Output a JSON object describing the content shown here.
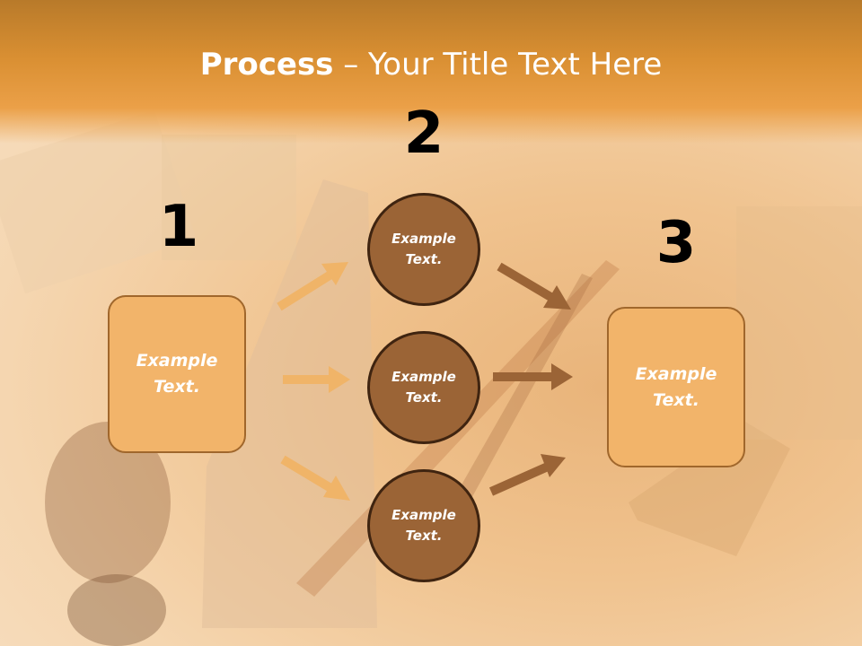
{
  "title": {
    "bold": "Process",
    "rest": " – Your Title Text Here"
  },
  "steps": {
    "one": "1",
    "two": "2",
    "three": "3"
  },
  "left_box": {
    "label": "Example\nText."
  },
  "circles": [
    {
      "label": "Example\nText."
    },
    {
      "label": "Example\nText."
    },
    {
      "label": "Example\nText."
    }
  ],
  "right_box": {
    "label": "Example\nText."
  },
  "colors": {
    "header": "#d98f32",
    "box_fill": "#f2b46a",
    "circle_fill": "#9b6436",
    "arrow_light": "#f0b468",
    "arrow_dark": "#9b6436"
  }
}
